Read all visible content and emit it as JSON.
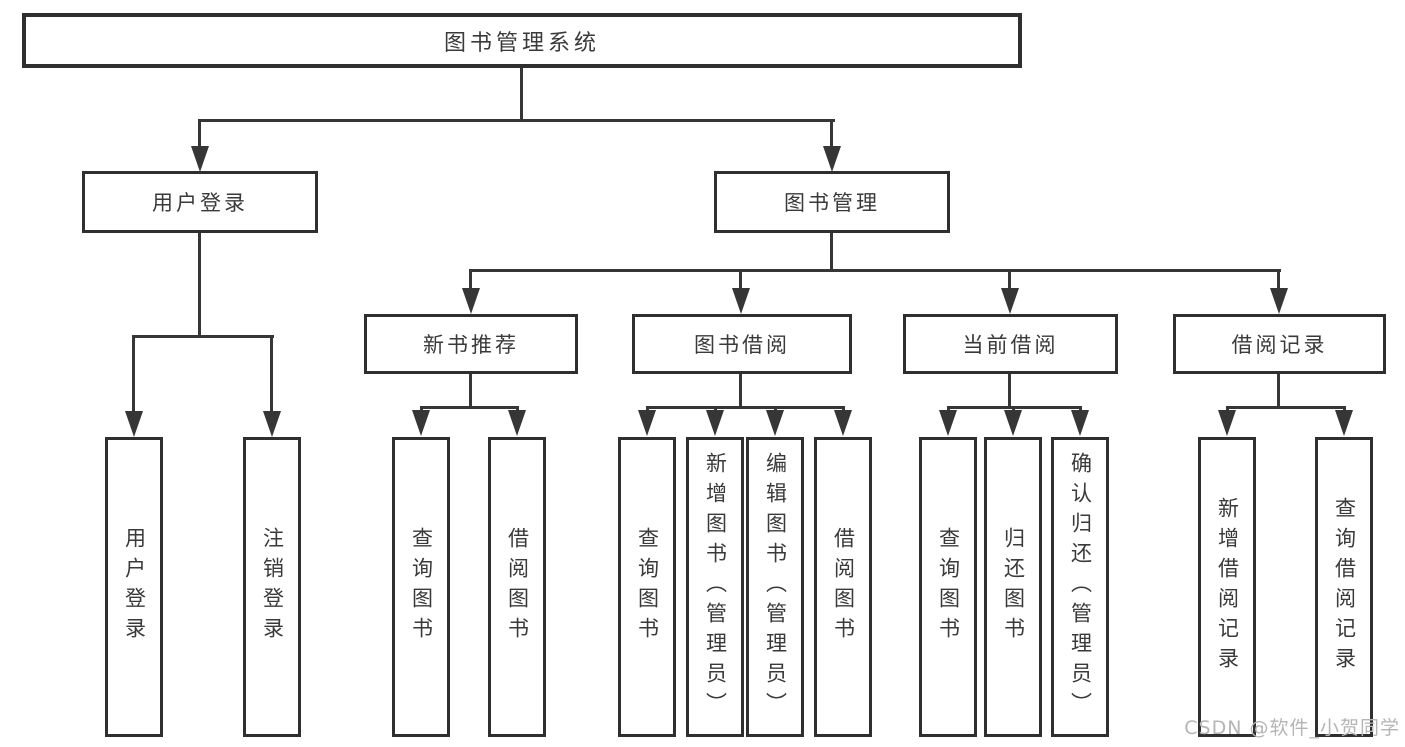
{
  "tree": {
    "root": {
      "label": "图书管理系统"
    },
    "branches": [
      {
        "label": "用户登录",
        "children": [
          {
            "label": "用户登录"
          },
          {
            "label": "注销登录"
          }
        ]
      },
      {
        "label": "图书管理",
        "children": [
          {
            "label": "新书推荐",
            "children": [
              {
                "label": "查询图书"
              },
              {
                "label": "借阅图书"
              }
            ]
          },
          {
            "label": "图书借阅",
            "children": [
              {
                "label": "查询图书"
              },
              {
                "label": "新增图书（管理员）"
              },
              {
                "label": "编辑图书（管理员）"
              },
              {
                "label": "借阅图书"
              }
            ]
          },
          {
            "label": "当前借阅",
            "children": [
              {
                "label": "查询图书"
              },
              {
                "label": "归还图书"
              },
              {
                "label": "确认归还（管理员）"
              }
            ]
          },
          {
            "label": "借阅记录",
            "children": [
              {
                "label": "新增借阅记录"
              },
              {
                "label": "查询借阅记录"
              }
            ]
          }
        ]
      }
    ]
  },
  "watermark": "CSDN @软件_小贺同学",
  "colors": {
    "line": "#363636",
    "box_border": "#2f2f2f",
    "text": "#3a3a3a",
    "watermark": "#b5b5b5",
    "background": "#ffffff"
  }
}
